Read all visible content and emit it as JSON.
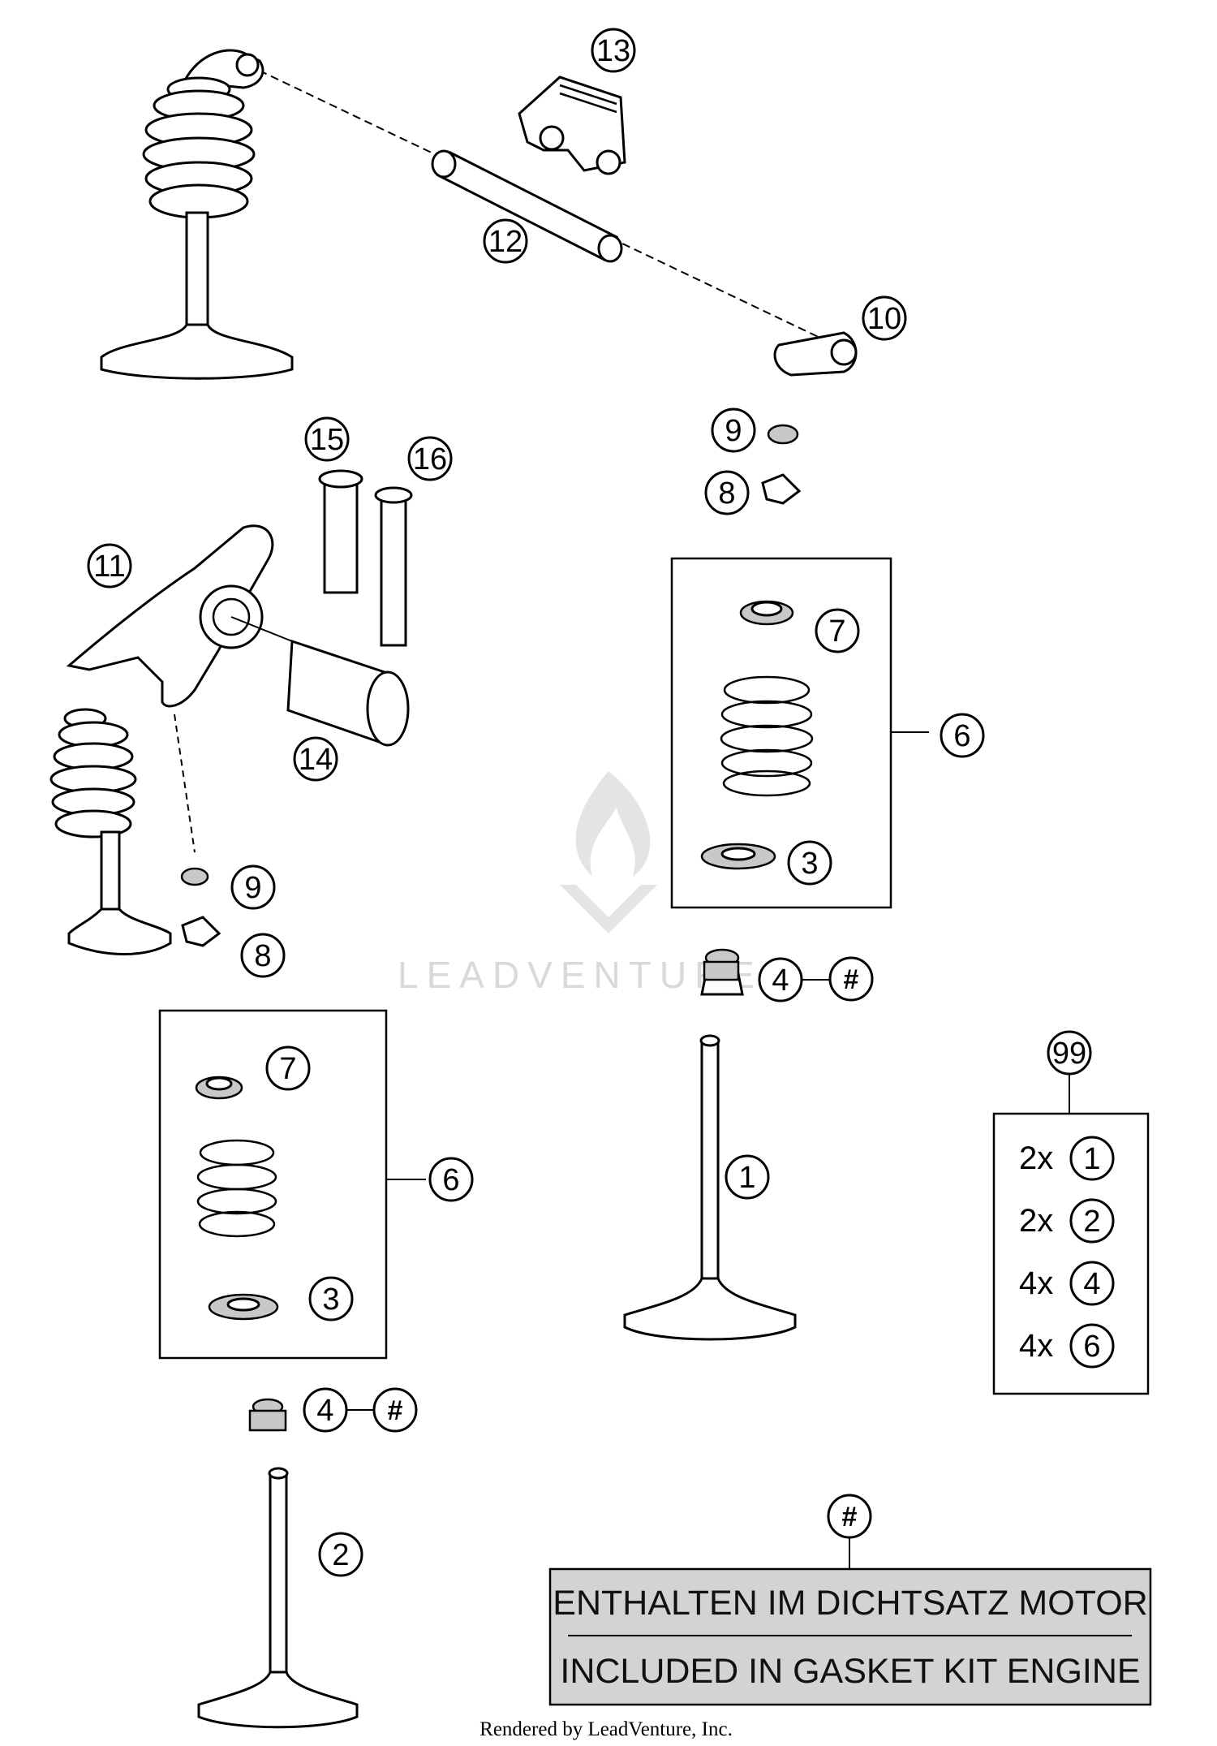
{
  "callouts": {
    "c1": "1",
    "c2": "2",
    "c3a": "3",
    "c3b": "3",
    "c4a": "4",
    "c4b": "4",
    "c6a": "6",
    "c6b": "6",
    "c7a": "7",
    "c7b": "7",
    "c8a": "8",
    "c8b": "8",
    "c9a": "9",
    "c9b": "9",
    "c10": "10",
    "c11": "11",
    "c12": "12",
    "c13": "13",
    "c14": "14",
    "c15": "15",
    "c16": "16",
    "c99": "99"
  },
  "hash_marks": {
    "h1": "#",
    "h2": "#",
    "h3": "#"
  },
  "kit_99": [
    {
      "qty": "2x",
      "part": "1"
    },
    {
      "qty": "2x",
      "part": "2"
    },
    {
      "qty": "4x",
      "part": "4"
    },
    {
      "qty": "4x",
      "part": "6"
    }
  ],
  "note": {
    "line_de": "ENTHALTEN IM DICHTSATZ MOTOR",
    "line_en": "INCLUDED IN GASKET KIT ENGINE"
  },
  "watermark": "LEADVENTURE",
  "credit": "Rendered by LeadVenture, Inc."
}
